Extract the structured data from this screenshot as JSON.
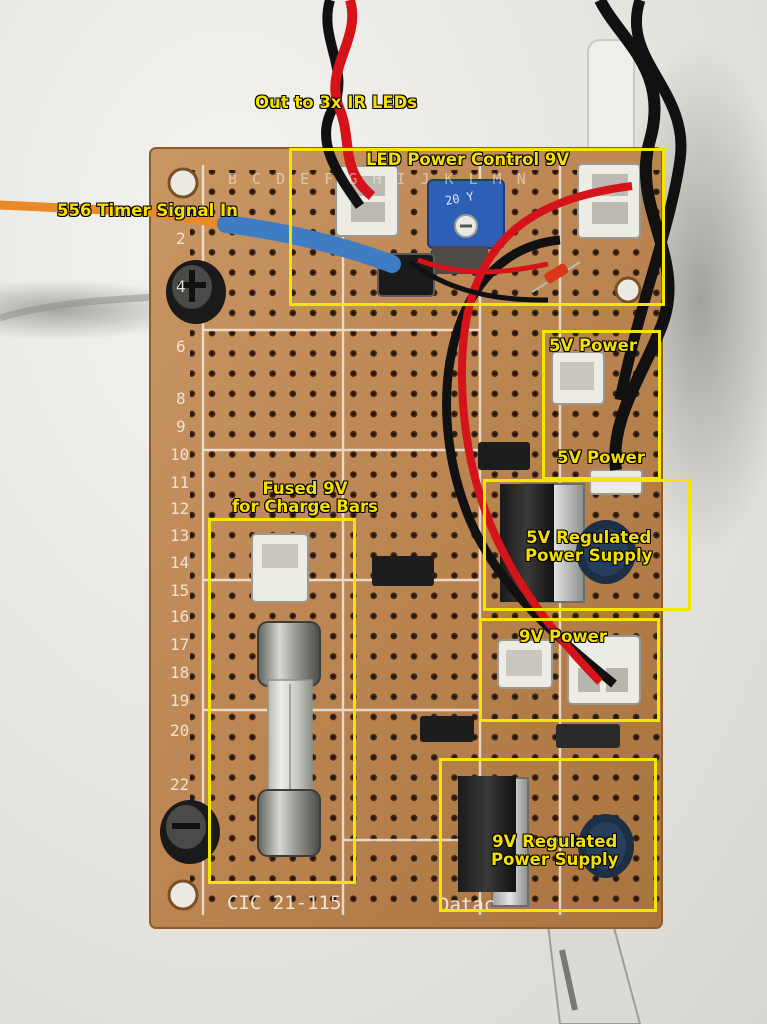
{
  "labels": {
    "out_ir_leds": "Out to 3x IR LEDs",
    "timer_signal": "556 Timer Signal In",
    "led_power_control": "LED Power Control 9V",
    "fused_9v_line1": "Fused 9V",
    "fused_9v_line2": "for Charge Bars",
    "power_5v_top": "5V Power",
    "power_5v_lower": "5V Power",
    "regulated_5v_line1": "5V Regulated",
    "regulated_5v_line2": "Power Supply",
    "power_9v": "9V Power",
    "regulated_9v_line1": "9V Regulated",
    "regulated_9v_line2": "Power Supply"
  },
  "board_print": {
    "part_number": "CIC 21-115",
    "brand_fragment": "Datac",
    "column_letters": "B C D E F G H I J K L M N",
    "row_numbers": [
      "2",
      "4",
      "6",
      "8",
      "9",
      "10",
      "11",
      "12",
      "13",
      "14",
      "15",
      "16",
      "17",
      "18",
      "19",
      "20",
      "22"
    ]
  },
  "colors": {
    "highlight": "#f2e500",
    "label_text": "#f3e000",
    "board": "#c08a55",
    "red_wire": "#d4141a",
    "black_wire": "#111111",
    "orange_wire": "#e88a2a",
    "blue_sleeve": "#3f7cc4"
  }
}
